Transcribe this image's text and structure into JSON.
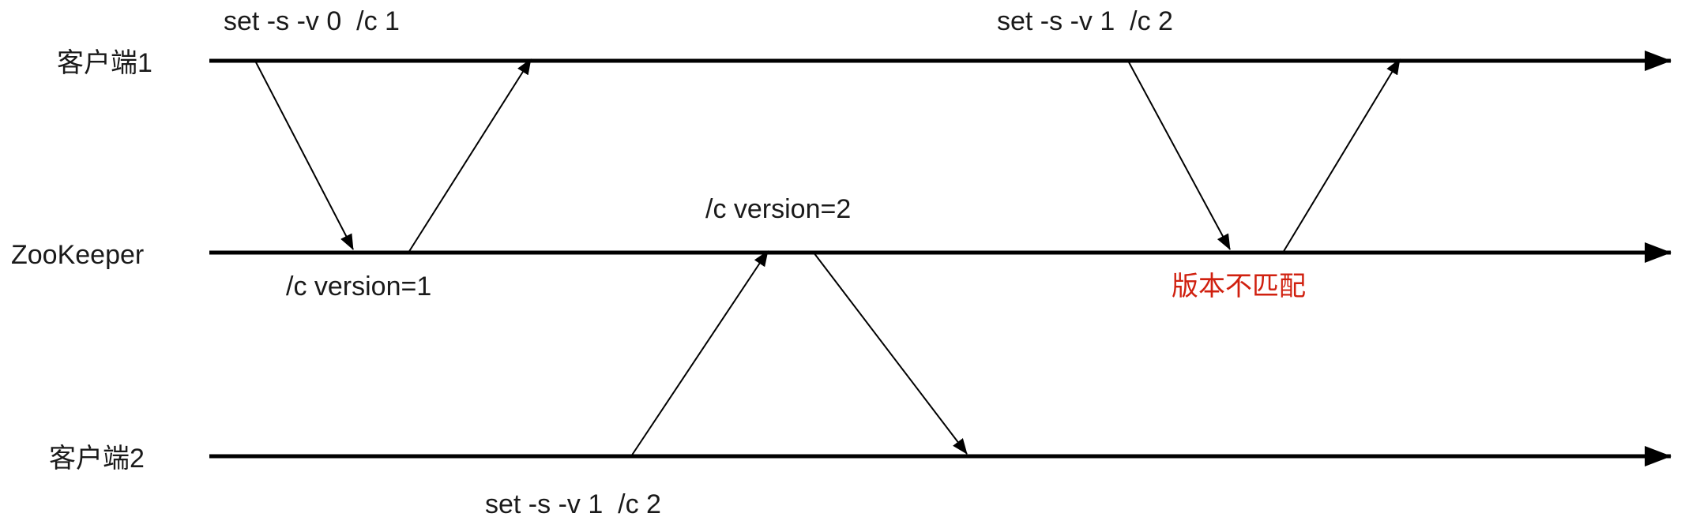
{
  "lanes": {
    "client1": {
      "label": "客户端1"
    },
    "zookeeper": {
      "label": "ZooKeeper"
    },
    "client2": {
      "label": "客户端2"
    }
  },
  "commands": {
    "client1_first": "set -s -v 0  /c 1",
    "client1_second": "set -s -v 1  /c 2",
    "client2_first": "set -s -v 1  /c 2"
  },
  "states": {
    "version_1": "/c version=1",
    "version_2": "/c version=2",
    "mismatch": "版本不匹配"
  },
  "colors": {
    "line": "#000000",
    "text": "#1a1a1a",
    "error": "#d0200f"
  }
}
